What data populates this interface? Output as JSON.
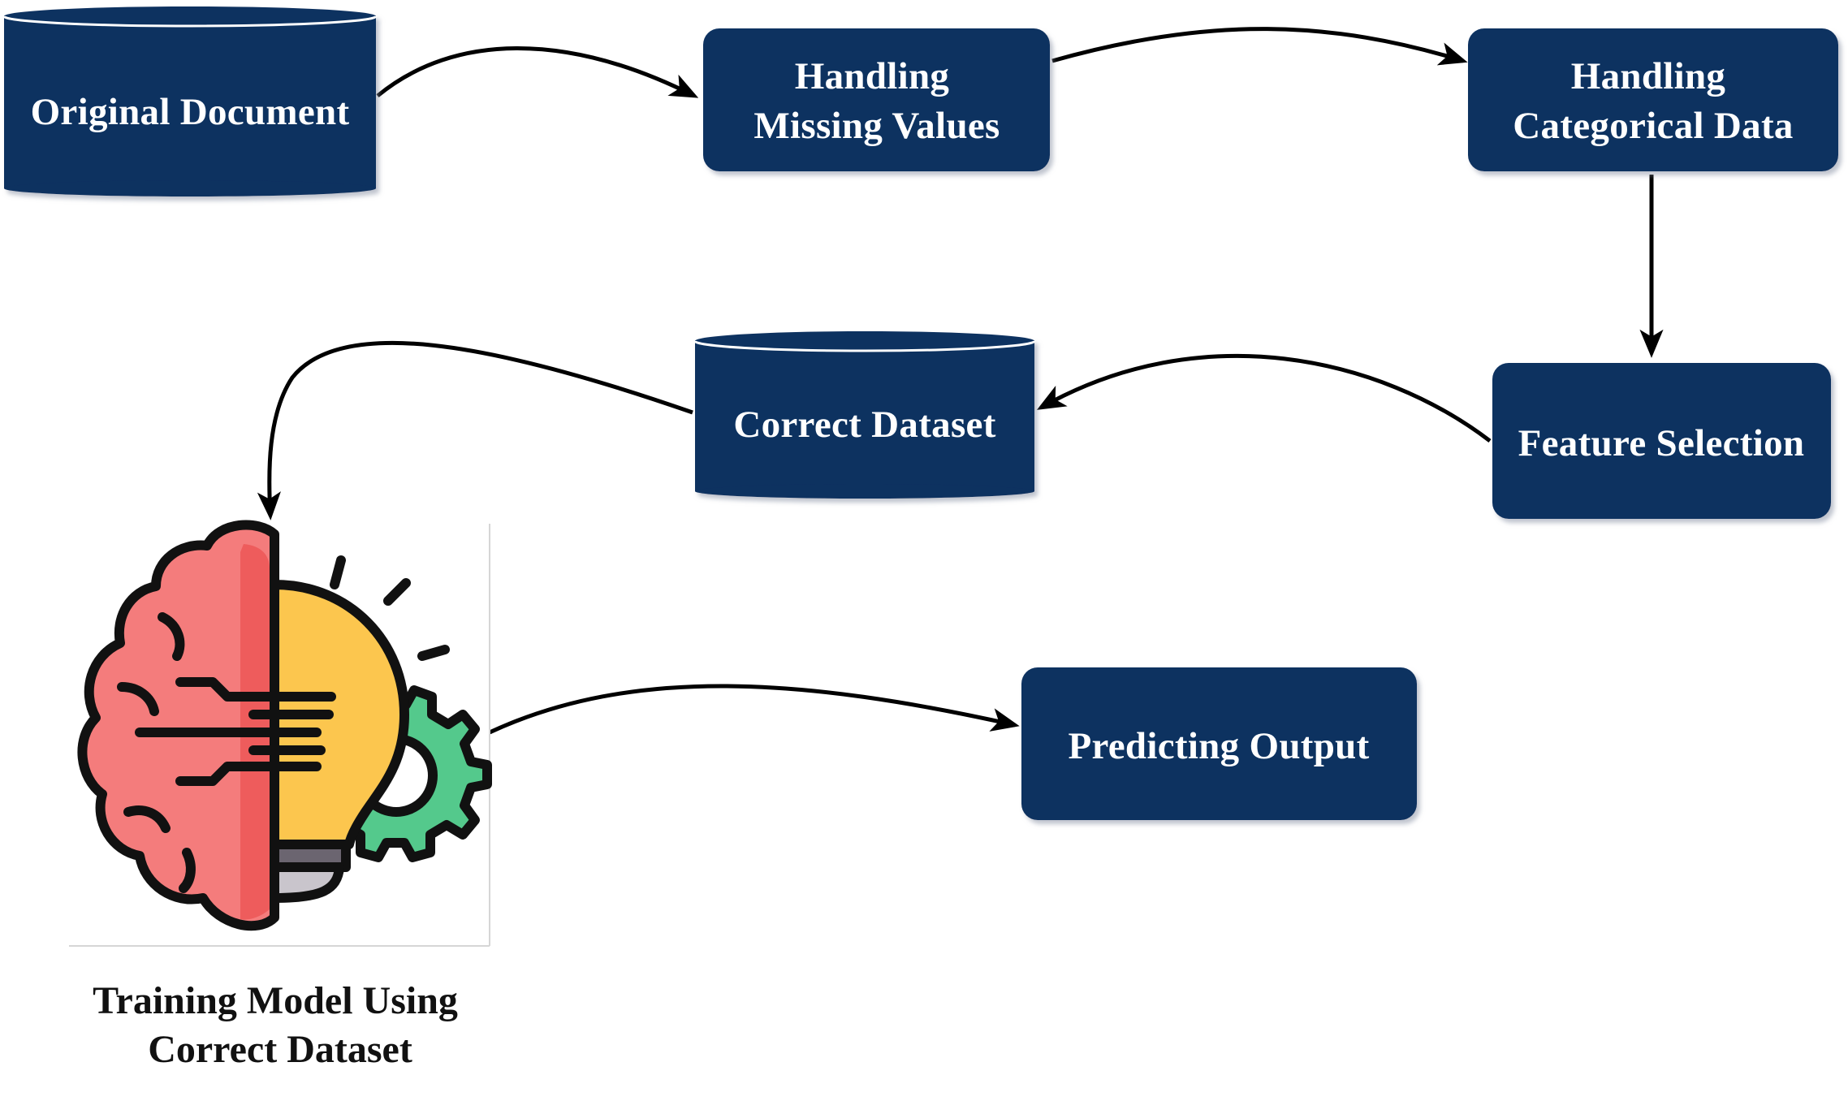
{
  "colors": {
    "node_fill": "#083061",
    "node_text": "#ffffff",
    "arrow": "#000000",
    "caption_text": "#111111",
    "brain": "#f47c7c",
    "brain_shade": "#ee5c5c",
    "bulb": "#fcc64e",
    "bulb_shade": "#f7b13b",
    "gear": "#54c98c",
    "gear_shade": "#3fb27a",
    "bulb_base": "#6b6570"
  },
  "nodes": {
    "original_document": {
      "shape": "cylinder",
      "lines": [
        "Original Document"
      ]
    },
    "missing_values": {
      "shape": "rounded-rect",
      "lines": [
        "Handling",
        "Missing Values"
      ]
    },
    "categorical_data": {
      "shape": "rounded-rect",
      "lines": [
        "Handling",
        "Categorical Data"
      ]
    },
    "feature_selection": {
      "shape": "rounded-rect",
      "lines": [
        "Feature Selection"
      ]
    },
    "correct_dataset": {
      "shape": "cylinder",
      "lines": [
        "Correct Dataset"
      ]
    },
    "predicting_output": {
      "shape": "rounded-rect",
      "lines": [
        "Predicting Output"
      ]
    }
  },
  "training": {
    "icon": "brain-lightbulb-gear-icon",
    "caption_lines": [
      "Training Model Using",
      "Correct Dataset"
    ]
  },
  "edges": [
    {
      "from": "original_document",
      "to": "missing_values"
    },
    {
      "from": "missing_values",
      "to": "categorical_data"
    },
    {
      "from": "categorical_data",
      "to": "feature_selection"
    },
    {
      "from": "feature_selection",
      "to": "correct_dataset"
    },
    {
      "from": "correct_dataset",
      "to": "training"
    },
    {
      "from": "training",
      "to": "predicting_output"
    }
  ]
}
